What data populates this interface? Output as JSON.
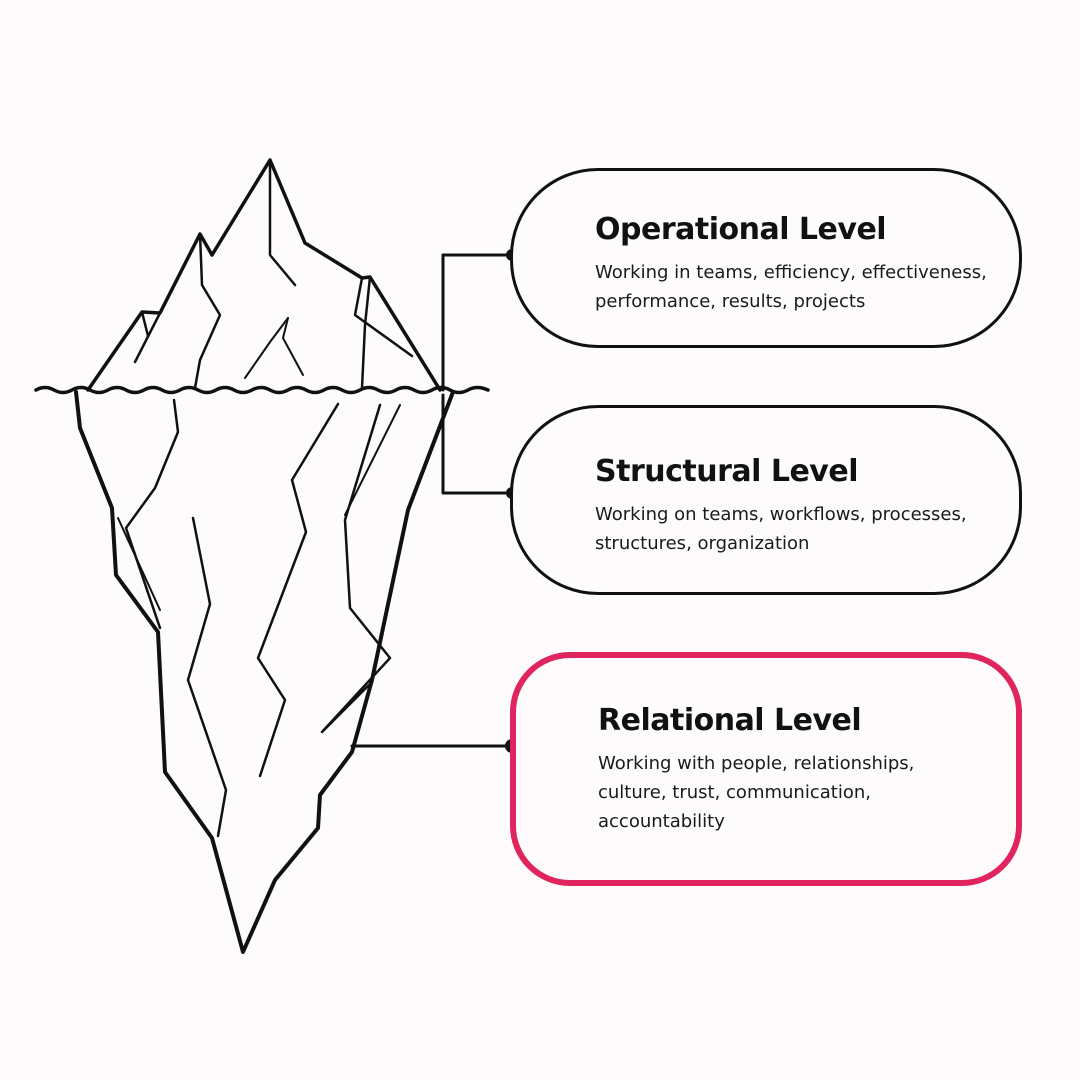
{
  "levels": [
    {
      "title": "Operational Level",
      "description_lines": [
        "Working in teams, efficiency, effectiveness,",
        "performance, results, projects"
      ]
    },
    {
      "title": "Structural Level",
      "description_lines": [
        "Working on teams, workflows, processes,",
        "structures, organization"
      ]
    },
    {
      "title": "Relational Level",
      "description_lines": [
        "Working with people, relationships,",
        "culture, trust, communication,",
        "accountability"
      ]
    }
  ],
  "colors": {
    "background": "#fdfbfb",
    "line": "#111111",
    "highlight": "#e0245e"
  },
  "highlighted_level": "Relational Level"
}
